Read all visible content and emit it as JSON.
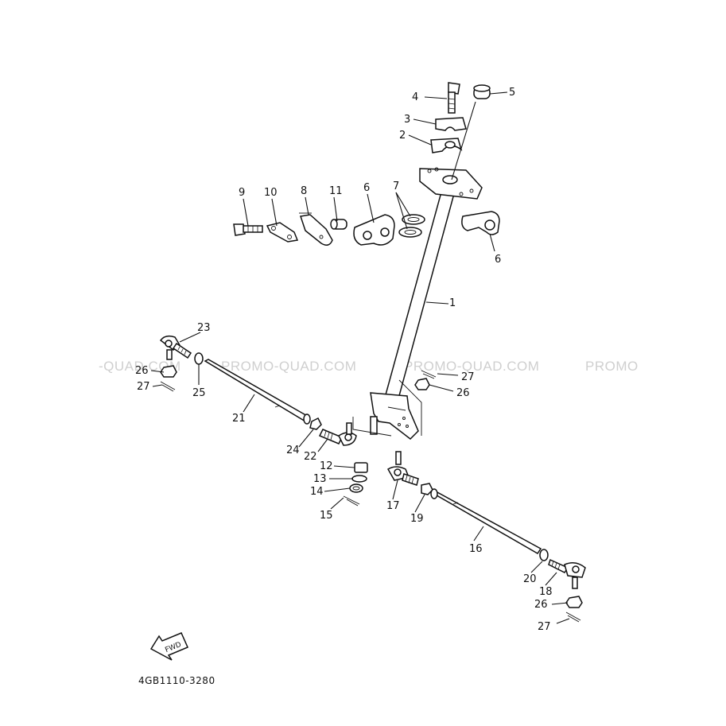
{
  "diagram": {
    "watermarks": [
      "-QUAD.COM",
      "PROMO-QUAD.COM",
      "PROMO-QUAD.COM",
      "PROMO"
    ],
    "fwd_label": "FWD",
    "drawing_code": "4GB1110-3280",
    "callouts": {
      "c1": "1",
      "c2": "2",
      "c3": "3",
      "c4": "4",
      "c5": "5",
      "c6a": "6",
      "c6b": "6",
      "c7": "7",
      "c8": "8",
      "c9": "9",
      "c10": "10",
      "c11": "11",
      "c12": "12",
      "c13": "13",
      "c14": "14",
      "c15": "15",
      "c16": "16",
      "c17": "17",
      "c18": "18",
      "c19": "19",
      "c20": "20",
      "c21": "21",
      "c22": "22",
      "c23": "23",
      "c24": "24",
      "c25": "25",
      "c26a": "26",
      "c26b": "26",
      "c26c": "26",
      "c27a": "27",
      "c27b": "27",
      "c27c": "27"
    }
  }
}
